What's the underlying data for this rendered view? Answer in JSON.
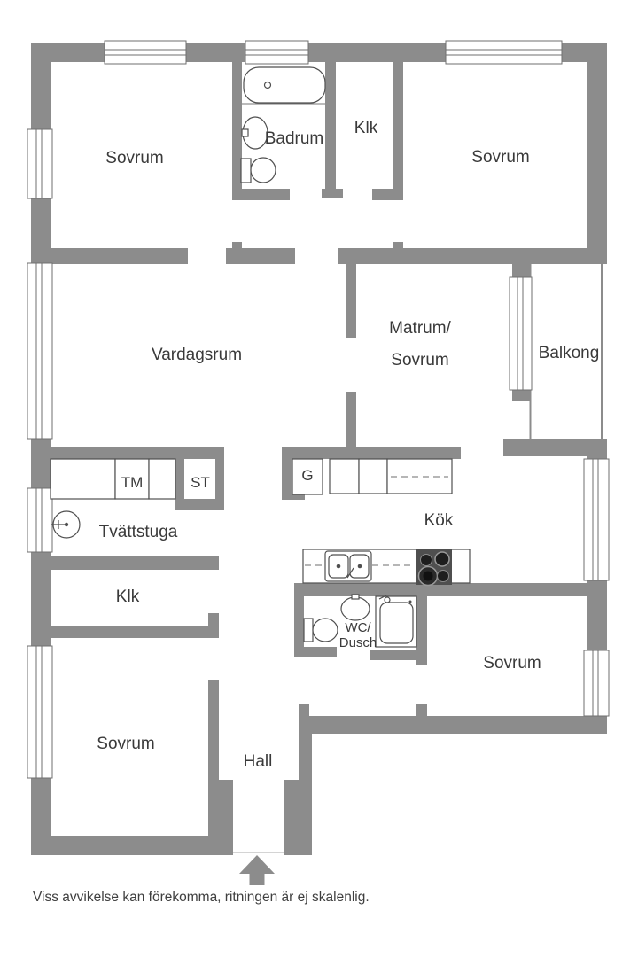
{
  "colors": {
    "wall": "#8c8c8c",
    "fixture_line": "#4f4f4f",
    "window_frame": "#6f6f6f",
    "text": "#3a3a3a",
    "stove_body": "#4f4f4f"
  },
  "labels": {
    "sovrum_top_left": "Sovrum",
    "badrum": "Badrum",
    "klk_top": "Klk",
    "sovrum_top_right": "Sovrum",
    "vardagsrum": "Vardagsrum",
    "matrum_line1": "Matrum/",
    "matrum_line2": "Sovrum",
    "balkong": "Balkong",
    "tm": "TM",
    "st": "ST",
    "tvattstuga": "Tvättstuga",
    "garderob": "G",
    "kok": "Kök",
    "klk_left": "Klk",
    "wc_line1": "WC/",
    "wc_line2": "Dusch",
    "sovrum_bottom_right": "Sovrum",
    "sovrum_bottom_left": "Sovrum",
    "hall": "Hall"
  },
  "fixtures": [
    "bathtub",
    "bathroom-sink",
    "bathroom-toilet",
    "laundry-sink",
    "washing-machine-slots",
    "kitchen-sink",
    "stove",
    "kitchen-cabinets",
    "wc-sink",
    "wc-toilet",
    "shower",
    "entrance-arrow"
  ],
  "caption": "Viss avvikelse kan förekomma, ritningen är ej skalenlig."
}
